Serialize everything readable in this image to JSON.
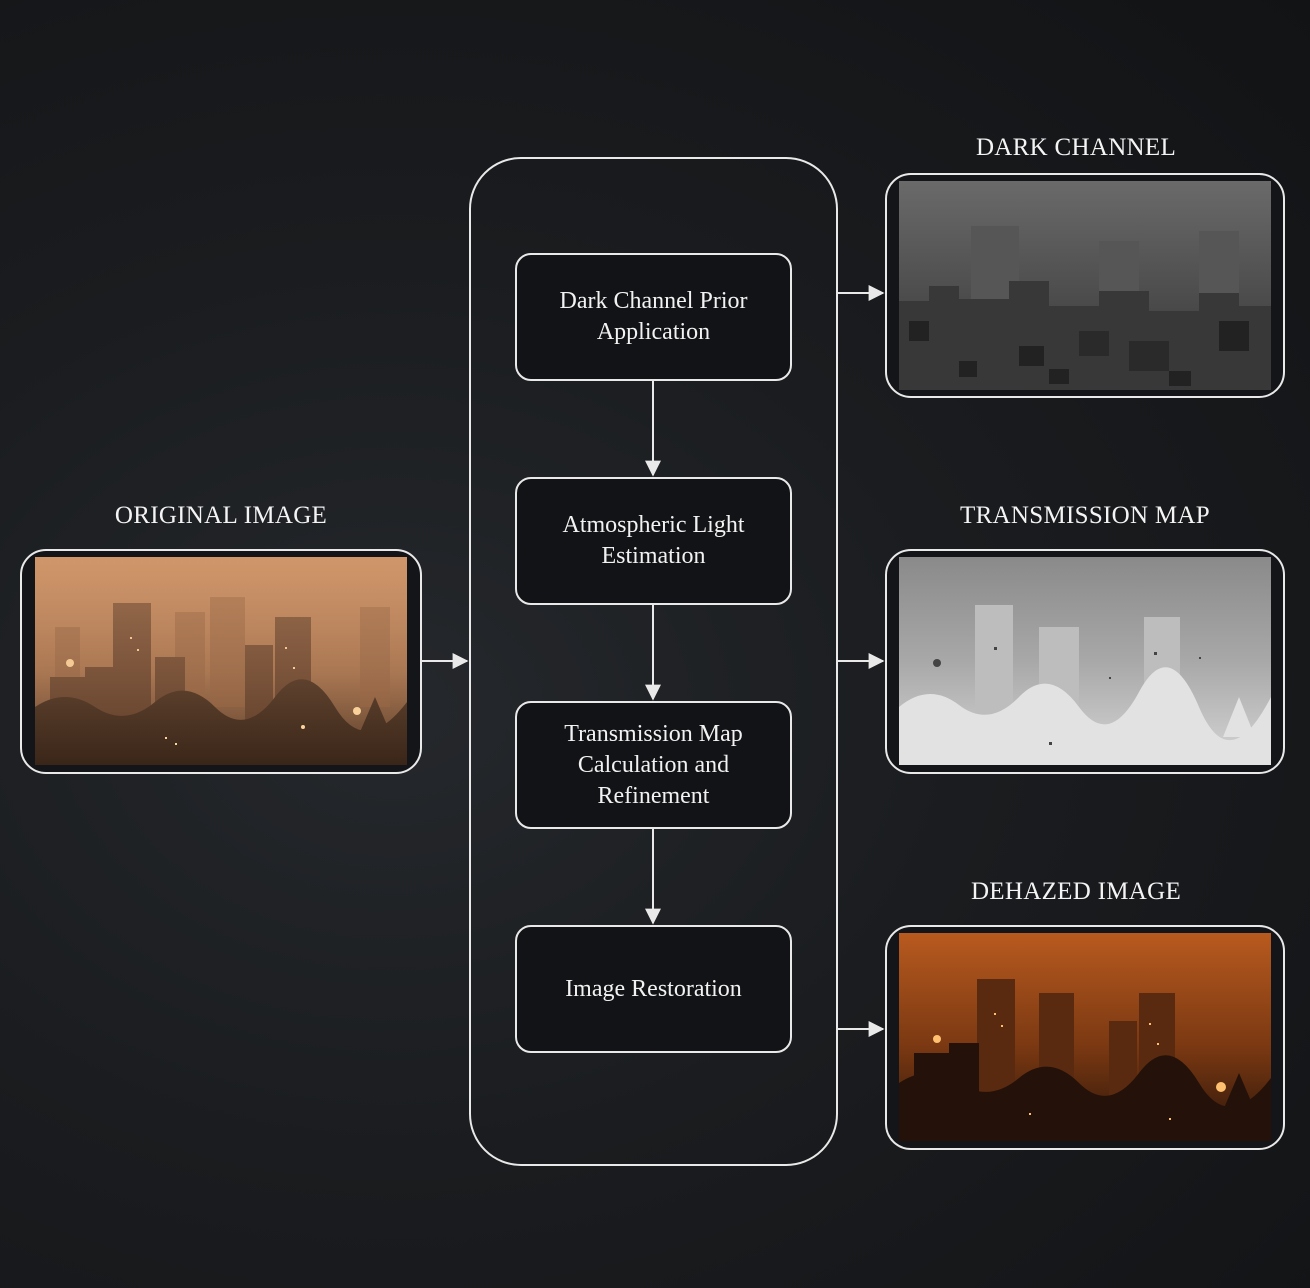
{
  "panels": {
    "original": {
      "title": "ORIGINAL IMAGE"
    },
    "dark_channel": {
      "title": "DARK CHANNEL"
    },
    "transmission": {
      "title": "TRANSMISSION MAP"
    },
    "dehazed": {
      "title": "DEHAZED IMAGE"
    }
  },
  "pipeline": {
    "steps": [
      {
        "label": "Dark Channel Prior\nApplication"
      },
      {
        "label": "Atmospheric Light\nEstimation"
      },
      {
        "label": "Transmission Map\nCalculation and\nRefinement"
      },
      {
        "label": "Image Restoration"
      }
    ]
  },
  "colors": {
    "background": "#1a1c1f",
    "stroke": "#e9e9e9",
    "haze_orange": "#c8875a",
    "dehazed_orange": "#b8561d"
  }
}
